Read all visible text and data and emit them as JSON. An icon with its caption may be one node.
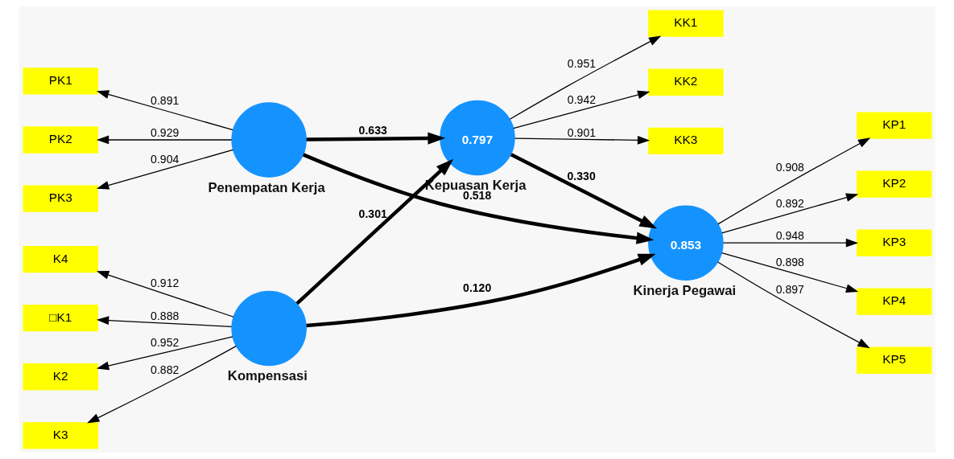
{
  "diagram": {
    "nodes": [
      {
        "text": [
          "K2"
        ]
      },
      {
        "text": [
          "K3"
        ]
      },
      {
        "text": [
          "K4"
        ]
      },
      {
        "text": [
          "□K1"
        ]
      },
      {
        "text": [],
        "shape": "circle",
        "beside": [
          "Kompensasi"
        ]
      },
      {
        "text": [
          "0.797"
        ],
        "beside": [
          "Kepuasan Kerja"
        ]
      },
      {
        "text": [
          "KK1"
        ]
      },
      {
        "text": [
          "KK2"
        ]
      },
      {
        "text": [
          "KK3"
        ]
      },
      {
        "text": [
          "0.853"
        ],
        "beside": [
          "Kinerja Pegawai"
        ]
      },
      {
        "text": [
          "KP1"
        ]
      },
      {
        "text": [
          "KP2"
        ]
      },
      {
        "text": [
          "KP3"
        ]
      },
      {
        "text": [
          "KP4"
        ]
      },
      {
        "text": [
          "KP5"
        ]
      },
      {
        "text": [],
        "shape": "circle",
        "beside": [
          "Penempatan Kerja"
        ]
      },
      {
        "text": [
          "PK1"
        ]
      },
      {
        "text": [
          "PK2"
        ]
      },
      {
        "text": [
          "PK3"
        ]
      }
    ],
    "edges": [
      {
        "from": 4,
        "to": 0,
        "arrow": "to",
        "label": "0.952"
      },
      {
        "from": 4,
        "to": 1,
        "arrow": "to",
        "label": "0.882"
      },
      {
        "from": 4,
        "to": 2,
        "arrow": "to",
        "label": "0.912"
      },
      {
        "from": 4,
        "to": 3,
        "arrow": "to",
        "label": "0.888"
      },
      {
        "from": 4,
        "to": 5,
        "arrow": "to",
        "label": "0.301",
        "style": "thick"
      },
      {
        "from": 4,
        "to": 9,
        "arrow": "to",
        "label": "0.120",
        "style": "thick"
      },
      {
        "from": 5,
        "to": 6,
        "arrow": "to",
        "label": "0.951"
      },
      {
        "from": 5,
        "to": 7,
        "arrow": "to",
        "label": "0.942"
      },
      {
        "from": 5,
        "to": 8,
        "arrow": "to",
        "label": "0.901"
      },
      {
        "from": 5,
        "to": 9,
        "arrow": "to",
        "label": "0.330",
        "style": "thick"
      },
      {
        "from": 15,
        "to": 5,
        "arrow": "to",
        "label": "0.633",
        "style": "thick"
      },
      {
        "from": 15,
        "to": 9,
        "arrow": "to",
        "label": "0.518",
        "style": "thick"
      },
      {
        "from": 9,
        "to": 10,
        "arrow": "to",
        "label": "0.908"
      },
      {
        "from": 9,
        "to": 11,
        "arrow": "to",
        "label": "0.892"
      },
      {
        "from": 9,
        "to": 12,
        "arrow": "to",
        "label": "0.948"
      },
      {
        "from": 9,
        "to": 13,
        "arrow": "to",
        "label": "0.898"
      },
      {
        "from": 9,
        "to": 14,
        "arrow": "to",
        "label": "0.897"
      },
      {
        "from": 15,
        "to": 16,
        "arrow": "to",
        "label": "0.891"
      },
      {
        "from": 15,
        "to": 17,
        "arrow": "to",
        "label": "0.929"
      },
      {
        "from": 15,
        "to": 18,
        "arrow": "to",
        "label": "0.904"
      }
    ]
  }
}
